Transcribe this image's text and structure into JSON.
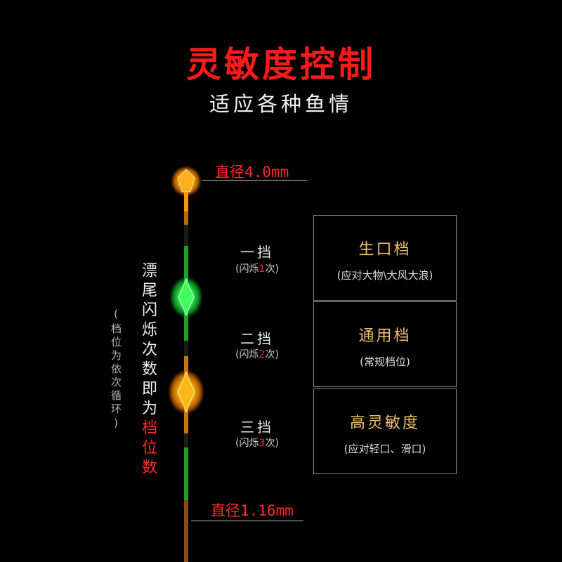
{
  "title": "灵敏度控制",
  "subtitle": "适应各种鱼情",
  "diameter_top": "直径4.0mm",
  "diameter_bottom": "直径1.16mm",
  "side_text_main": "漂尾闪烁次数即为",
  "side_text_highlight": "档位数",
  "side_note": "(档位为依次循环)",
  "gears": [
    {
      "name": "一挡",
      "blink_prefix": "(闪烁",
      "blink_count": "1",
      "blink_suffix": "次)",
      "mode": "生口档",
      "desc": "(应对大物\\大风大浪)"
    },
    {
      "name": "二挡",
      "blink_prefix": "(闪烁",
      "blink_count": "2",
      "blink_suffix": "次)",
      "mode": "通用档",
      "desc": "(常规档位)"
    },
    {
      "name": "三挡",
      "blink_prefix": "(闪烁",
      "blink_count": "3",
      "blink_suffix": "次)",
      "mode": "高灵敏度",
      "desc": "(应对轻口、滑口)"
    }
  ],
  "colors": {
    "accent_red": "#ff2a2a",
    "mode_gold": "#f0c070",
    "glow_orange": "#ffae1a",
    "glow_green": "#33ff55"
  }
}
